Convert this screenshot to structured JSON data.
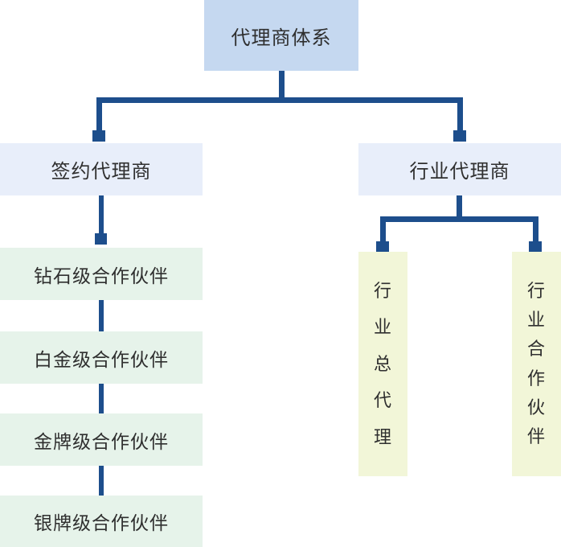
{
  "diagram": {
    "title": "agent-hierarchy-org-chart",
    "root": {
      "label": "代理商体系"
    },
    "branches": [
      {
        "label": "签约代理商",
        "children": [
          "钻石级合作伙伴",
          "白金级合作伙伴",
          "金牌级合作伙伴",
          "银牌级合作伙伴"
        ]
      },
      {
        "label": "行业代理商",
        "children": [
          "行业总代理",
          "行业合作伙伴"
        ]
      }
    ]
  },
  "colors": {
    "connector": "#1d4e8c",
    "root_fill": "#c5d8f0",
    "branch_fill": "#e8eefa",
    "leaf_fill": "#e6f3ea",
    "vertical_fill": "#f2f6d8",
    "text": "#2f2f2f"
  }
}
